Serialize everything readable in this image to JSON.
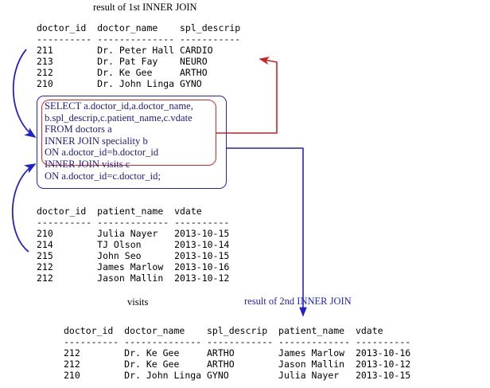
{
  "labels": {
    "title_first_join": "result of 1st INNER JOIN",
    "title_second_join": "result of 2nd  INNER JOIN",
    "visits_caption": "visits"
  },
  "sql": {
    "text": "SELECT a.doctor_id,a.doctor_name,\nb.spl_descrip,c.patient_name,c.vdate\nFROM doctors a\nINNER JOIN speciality b\nON a.doctor_id=b.doctor_id\nINNER JOIN visits c\nON a.doctor_id=c.doctor_id;",
    "lines": [
      "SELECT a.doctor_id,a.doctor_name,",
      "b.spl_descrip,c.patient_name,c.vdate",
      "FROM doctors a",
      "INNER JOIN speciality b",
      "ON a.doctor_id=b.doctor_id",
      "INNER JOIN visits c",
      "ON a.doctor_id=c.doctor_id;"
    ],
    "highlight_box_color": "#ee2222",
    "outer_box_color": "#2222cc",
    "text_color": "#1a1a8c"
  },
  "tables": {
    "first_join_result": {
      "header": "doctor_id  doctor_name    spl_descrip",
      "separator": "---------- -------------- -----------",
      "columns": [
        "doctor_id",
        "doctor_name",
        "spl_descrip"
      ],
      "rows": [
        [
          "211",
          "Dr. Peter Hall",
          "CARDIO"
        ],
        [
          "213",
          "Dr. Pat Fay",
          "NEURO"
        ],
        [
          "212",
          "Dr. Ke Gee",
          "ARTHO"
        ],
        [
          "210",
          "Dr. John Linga",
          "GYNO"
        ]
      ],
      "text": "doctor_id  doctor_name    spl_descrip\n---------- -------------- -----------\n211        Dr. Peter Hall CARDIO\n213        Dr. Pat Fay    NEURO\n212        Dr. Ke Gee     ARTHO\n210        Dr. John Linga GYNO"
    },
    "visits": {
      "header": "doctor_id  patient_name  vdate",
      "separator": "---------- ------------- ----------",
      "columns": [
        "doctor_id",
        "patient_name",
        "vdate"
      ],
      "rows": [
        [
          "210",
          "Julia Nayer",
          "2013-10-15"
        ],
        [
          "214",
          "TJ Olson",
          "2013-10-14"
        ],
        [
          "215",
          "John Seo",
          "2013-10-15"
        ],
        [
          "212",
          "James Marlow",
          "2013-10-16"
        ],
        [
          "212",
          "Jason Mallin",
          "2013-10-12"
        ]
      ],
      "text": "doctor_id  patient_name  vdate\n---------- ------------- ----------\n210        Julia Nayer   2013-10-15\n214        TJ Olson      2013-10-14\n215        John Seo      2013-10-15\n212        James Marlow  2013-10-16\n212        Jason Mallin  2013-10-12"
    },
    "second_join_result": {
      "header": "doctor_id  doctor_name    spl_descrip  patient_name  vdate",
      "separator": "---------- -------------- ------------ ------------- ----------",
      "columns": [
        "doctor_id",
        "doctor_name",
        "spl_descrip",
        "patient_name",
        "vdate"
      ],
      "rows": [
        [
          "212",
          "Dr. Ke Gee",
          "ARTHO",
          "James Marlow",
          "2013-10-16"
        ],
        [
          "212",
          "Dr. Ke Gee",
          "ARTHO",
          "Jason Mallin",
          "2013-10-12"
        ],
        [
          "210",
          "Dr. John Linga",
          "GYNO",
          "Julia Nayer",
          "2013-10-15"
        ]
      ],
      "text": "doctor_id  doctor_name    spl_descrip  patient_name  vdate\n---------- -------------- ------------ ------------- ----------\n212        Dr. Ke Gee     ARTHO        James Marlow  2013-10-16\n212        Dr. Ke Gee     ARTHO        Jason Mallin  2013-10-12\n210        Dr. John Linga GYNO         Julia Nayer   2013-10-15"
    }
  },
  "connectors": {
    "red_color": "#cc2222",
    "blue_color": "#2222cc",
    "red_arrow_name": "speciality-join-arrow",
    "blue_arrow_top_name": "first-join-result-arrow",
    "blue_arrow_bottom_name": "visits-table-arrow",
    "blue_arrow_down_name": "second-join-result-arrow"
  }
}
